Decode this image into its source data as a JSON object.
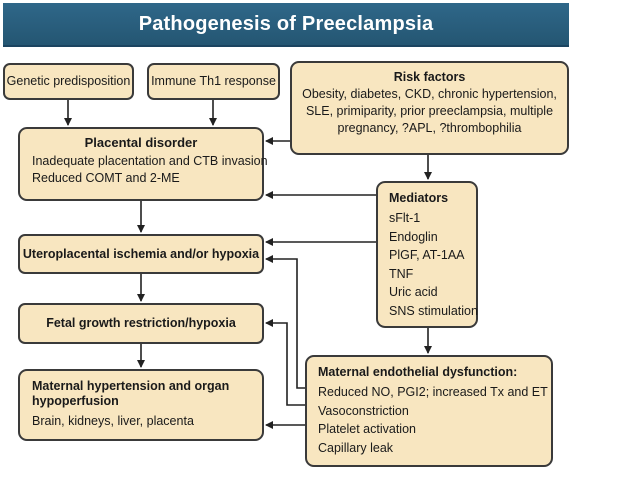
{
  "title": "Pathogenesis of Preeclampsia",
  "nodes": {
    "genetic": {
      "label": "Genetic predisposition"
    },
    "immune": {
      "label": "Immune Th1 response"
    },
    "risk": {
      "title": "Risk factors",
      "lines": [
        "Obesity, diabetes, CKD, chronic hypertension,",
        "SLE, primiparity, prior preeclampsia, multiple",
        "pregnancy,  ?APL, ?thrombophilia"
      ]
    },
    "placental": {
      "title": "Placental disorder",
      "lines": [
        "Inadequate placentation and CTB invasion",
        "Reduced COMT and 2-ME"
      ]
    },
    "ischemia": {
      "title": "Uteroplacental ischemia and/or hypoxia"
    },
    "mediators": {
      "title": "Mediators",
      "lines": [
        "sFlt-1",
        "Endoglin",
        "PlGF, AT-1AA",
        "TNF",
        "Uric acid",
        "SNS stimulation"
      ]
    },
    "fetal": {
      "title": "Fetal growth restriction/hypoxia"
    },
    "maternal_htn": {
      "title_lines": [
        "Maternal hypertension and organ",
        "hypoperfusion"
      ],
      "lines": [
        "Brain, kidneys, liver, placenta"
      ]
    },
    "endothelial": {
      "title": "Maternal endothelial dysfunction:",
      "lines": [
        "Reduced NO, PGI2;  increased Tx and ET",
        "Vasoconstriction",
        "Platelet activation",
        "Capillary leak"
      ]
    }
  },
  "colors": {
    "header": "#2a5f80",
    "box_fill": "#f8e6c0",
    "border": "#3a3a3a",
    "arrow": "#222222"
  }
}
